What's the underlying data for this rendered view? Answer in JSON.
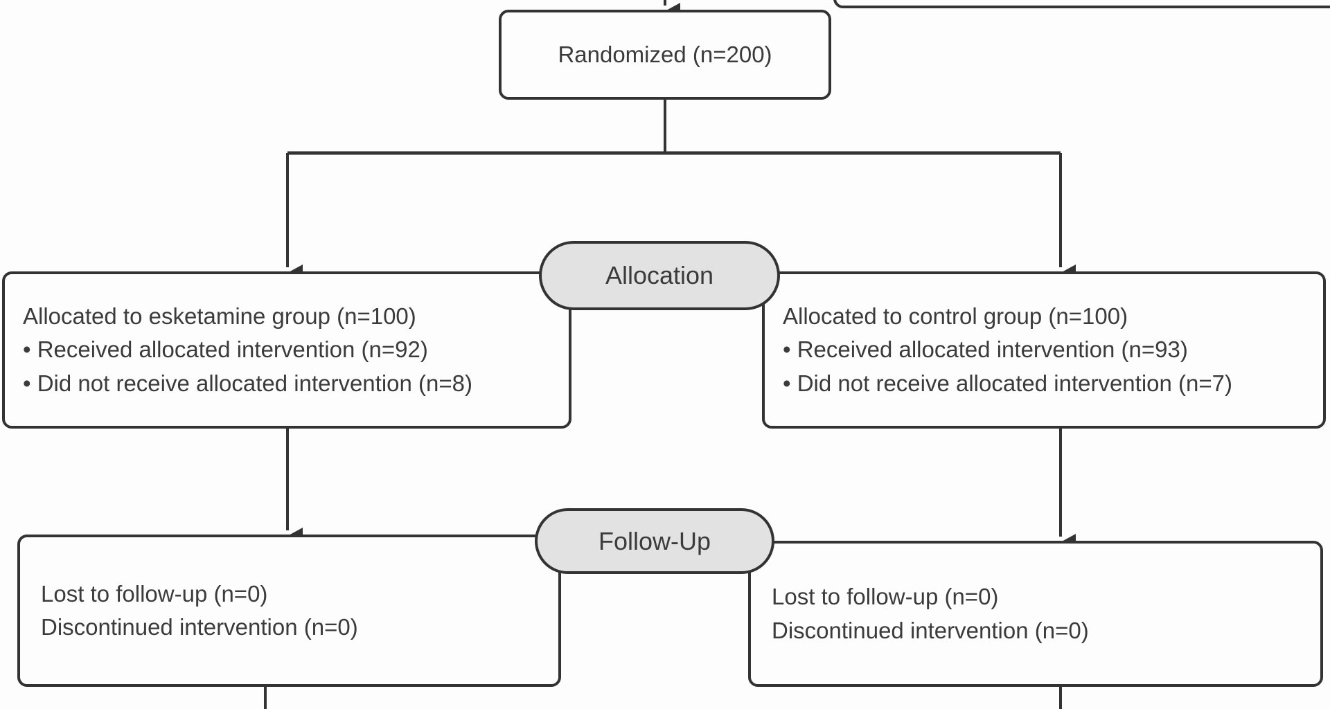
{
  "diagram": {
    "title": "CONSORT participant flow diagram",
    "stroke_color": "#333333",
    "pill_fill_color": "#e2e2e2",
    "box_fill_color": "#fdfdfd",
    "text_color": "#3b3b3b"
  },
  "nodes": {
    "top_partial": {
      "note": "partially visible box, clipped above the top edge of the screenshot",
      "lines": []
    },
    "randomized": {
      "label": "Randomized (n=200)"
    },
    "allocation_stage": {
      "label": "Allocation"
    },
    "allocation_left": {
      "lines": [
        "Allocated to esketamine group (n=100)",
        "• Received allocated intervention (n=92)",
        "• Did not receive allocated intervention (n=8)"
      ]
    },
    "allocation_right": {
      "lines": [
        "Allocated to control group (n=100)",
        "• Received allocated intervention (n=93)",
        "• Did not receive allocated intervention (n=7)"
      ]
    },
    "followup_stage": {
      "label": "Follow-Up"
    },
    "followup_left": {
      "lines": [
        "Lost to follow-up (n=0)",
        "Discontinued intervention (n=0)"
      ]
    },
    "followup_right": {
      "lines": [
        "Lost to follow-up (n=0)",
        "Discontinued intervention (n=0)"
      ]
    }
  },
  "counts": {
    "randomized": 200,
    "esketamine_allocated": 100,
    "esketamine_received": 92,
    "esketamine_not_received": 8,
    "control_allocated": 100,
    "control_received": 93,
    "control_not_received": 7,
    "esketamine_lost_to_followup": 0,
    "esketamine_discontinued": 0,
    "control_lost_to_followup": 0,
    "control_discontinued": 0
  },
  "connectors": [
    {
      "name": "into-randomized",
      "type": "arrow-down"
    },
    {
      "name": "randomized-split-stem",
      "type": "line-down"
    },
    {
      "name": "randomized-split-bar",
      "type": "line-horizontal"
    },
    {
      "name": "split-to-allocation-left",
      "type": "arrow-down"
    },
    {
      "name": "split-to-allocation-right",
      "type": "arrow-down"
    },
    {
      "name": "allocation-left-to-followup-left",
      "type": "arrow-down"
    },
    {
      "name": "allocation-right-to-followup-right",
      "type": "arrow-down"
    },
    {
      "name": "followup-left-continues-below",
      "type": "line-down"
    },
    {
      "name": "followup-right-continues-below",
      "type": "line-down"
    }
  ]
}
